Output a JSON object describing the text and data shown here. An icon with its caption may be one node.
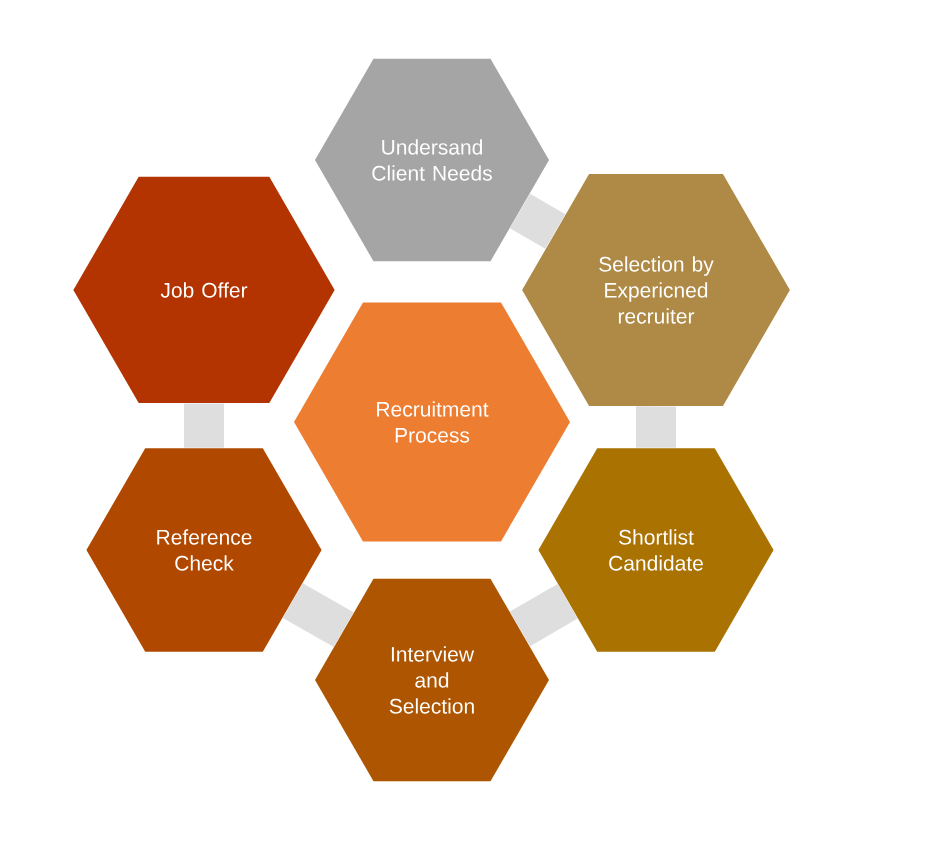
{
  "diagram": {
    "nodes": [
      {
        "text": [
          "Undersand Client Needs"
        ]
      },
      {
        "text": [
          "Job Offer"
        ]
      },
      {
        "text": [
          "Selection by Expericned recruiter"
        ]
      },
      {
        "text": [
          "Recruitment Process"
        ]
      },
      {
        "text": [
          "Reference Check"
        ]
      },
      {
        "text": [
          "Shortlist Candidate"
        ]
      },
      {
        "text": [
          "Interview and Selection"
        ]
      }
    ],
    "edges": [
      {
        "from": 0,
        "to": 2,
        "arrow": "none"
      },
      {
        "from": 2,
        "to": 5,
        "arrow": "none"
      },
      {
        "from": 5,
        "to": 6,
        "arrow": "none"
      },
      {
        "from": 6,
        "to": 4,
        "arrow": "none"
      },
      {
        "from": 4,
        "to": 1,
        "arrow": "none"
      }
    ]
  }
}
